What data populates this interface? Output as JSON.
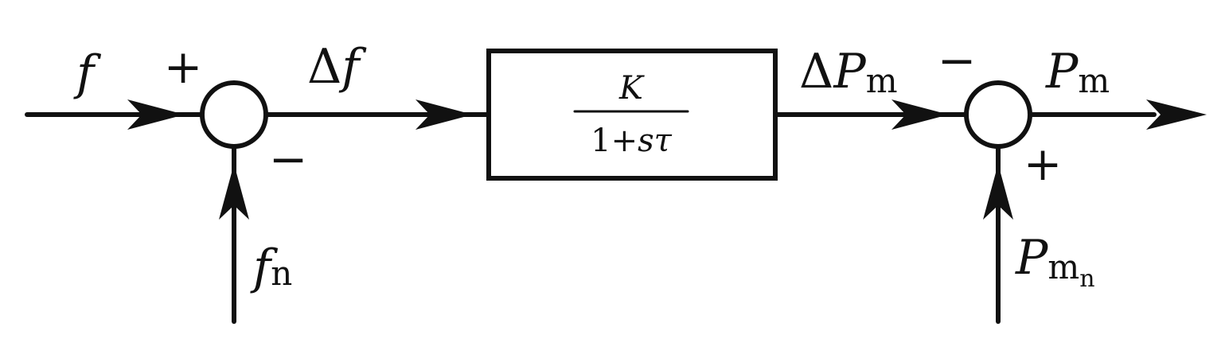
{
  "diagram": {
    "signals": {
      "input_f": "f",
      "reference_f": "f",
      "reference_f_sub": "n",
      "delta": "Δ",
      "delta_f": "f",
      "delta_p": "P",
      "delta_p_sub": "m",
      "output_p": "P",
      "output_p_sub": "m",
      "reference_p": "P",
      "reference_p_sub": "m",
      "reference_p_subsub": "n"
    },
    "block": {
      "numerator": "K",
      "denominator_prefix": "1+",
      "denominator_s": "s",
      "denominator_tau": "τ"
    },
    "signs": {
      "sum1_input": "+",
      "sum1_reference": "−",
      "sum2_input": "−",
      "sum2_reference": "+"
    }
  }
}
